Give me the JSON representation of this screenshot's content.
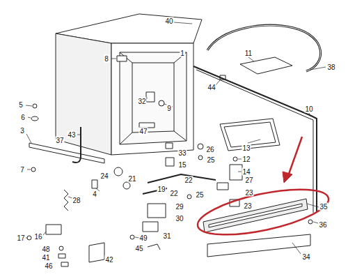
{
  "diagram": {
    "labels": [
      "40",
      "1",
      "8",
      "11",
      "38",
      "44",
      "5",
      "6",
      "32",
      "9",
      "10",
      "3",
      "43",
      "37",
      "47",
      "13",
      "12",
      "14",
      "33",
      "26",
      "15",
      "25",
      "27",
      "7",
      "24",
      "21",
      "22",
      "23",
      "19",
      "22",
      "25",
      "4",
      "28",
      "23",
      "29",
      "30",
      "31",
      "35",
      "36",
      "34",
      "16",
      "17",
      "48",
      "41",
      "46",
      "42",
      "49",
      "45"
    ]
  }
}
